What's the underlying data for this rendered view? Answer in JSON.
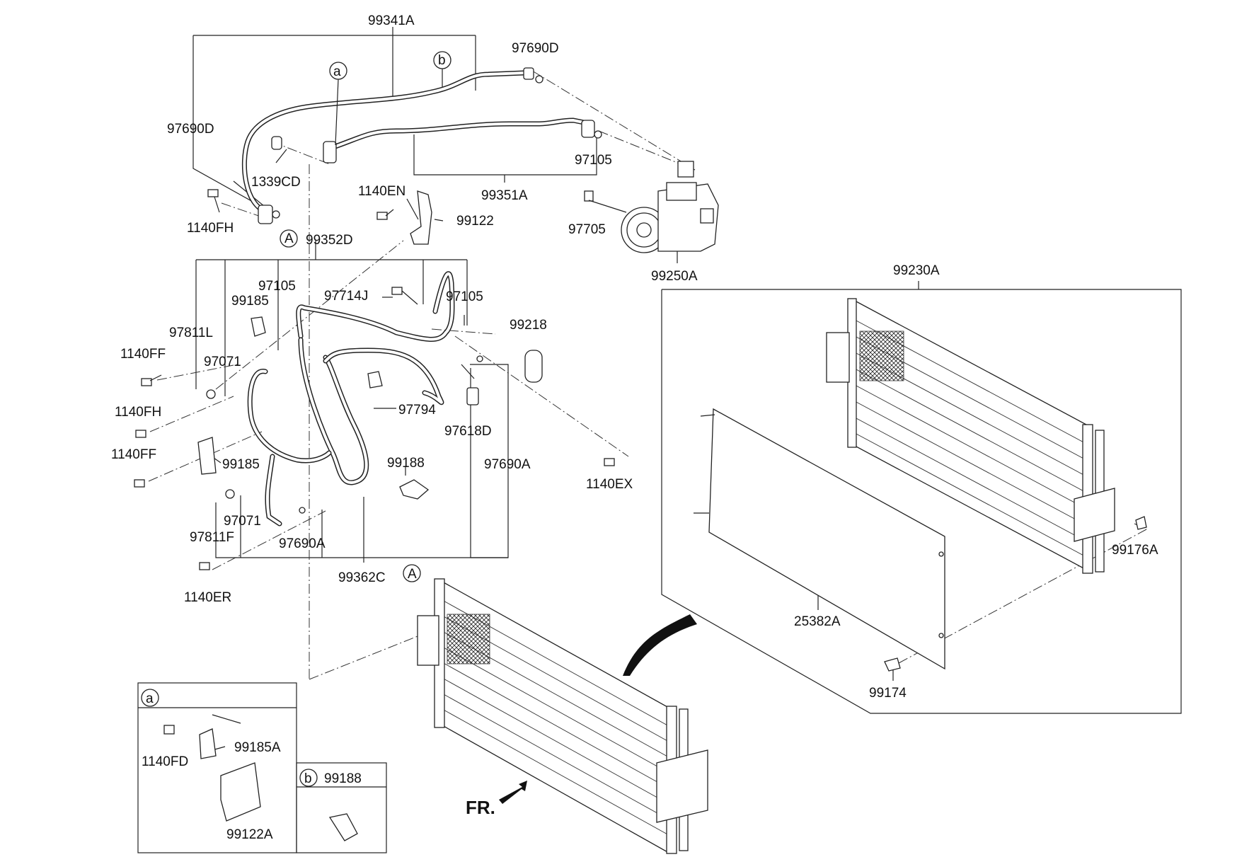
{
  "labels": [
    {
      "id": "99341A",
      "text": "99341A"
    },
    {
      "id": "97690D_top",
      "text": "97690D"
    },
    {
      "id": "97690D_left",
      "text": "97690D"
    },
    {
      "id": "a_call",
      "text": "a"
    },
    {
      "id": "b_call",
      "text": "b"
    },
    {
      "id": "1339CD",
      "text": "1339CD"
    },
    {
      "id": "97105_top",
      "text": "97105"
    },
    {
      "id": "99351A",
      "text": "99351A"
    },
    {
      "id": "1140EN",
      "text": "1140EN"
    },
    {
      "id": "99122",
      "text": "99122"
    },
    {
      "id": "1140FH_top",
      "text": "1140FH"
    },
    {
      "id": "A_call_top",
      "text": "A"
    },
    {
      "id": "99352D",
      "text": "99352D"
    },
    {
      "id": "97705",
      "text": "97705"
    },
    {
      "id": "99250A",
      "text": "99250A"
    },
    {
      "id": "99230A",
      "text": "99230A"
    },
    {
      "id": "97105_mid",
      "text": "97105"
    },
    {
      "id": "97714J",
      "text": "97714J"
    },
    {
      "id": "97105_right",
      "text": "97105"
    },
    {
      "id": "99185_top",
      "text": "99185"
    },
    {
      "id": "97811L",
      "text": "97811L"
    },
    {
      "id": "99218",
      "text": "99218"
    },
    {
      "id": "1140FF_top",
      "text": "1140FF"
    },
    {
      "id": "97071_top",
      "text": "97071"
    },
    {
      "id": "97794",
      "text": "97794"
    },
    {
      "id": "1140FH_mid",
      "text": "1140FH"
    },
    {
      "id": "97618D",
      "text": "97618D"
    },
    {
      "id": "1140FF_bot",
      "text": "1140FF"
    },
    {
      "id": "99185_mid",
      "text": "99185"
    },
    {
      "id": "99188_mid",
      "text": "99188"
    },
    {
      "id": "97690A_right",
      "text": "97690A"
    },
    {
      "id": "1140EX",
      "text": "1140EX"
    },
    {
      "id": "97071_bot",
      "text": "97071"
    },
    {
      "id": "97811F",
      "text": "97811F"
    },
    {
      "id": "97690A_bot",
      "text": "97690A"
    },
    {
      "id": "99176A",
      "text": "99176A"
    },
    {
      "id": "1140ER",
      "text": "1140ER"
    },
    {
      "id": "99362C",
      "text": "99362C"
    },
    {
      "id": "A_call_bot",
      "text": "A"
    },
    {
      "id": "25382A",
      "text": "25382A"
    },
    {
      "id": "99174",
      "text": "99174"
    },
    {
      "id": "a_box",
      "text": "a"
    },
    {
      "id": "99185A",
      "text": "99185A"
    },
    {
      "id": "1140FD",
      "text": "1140FD"
    },
    {
      "id": "99122A",
      "text": "99122A"
    },
    {
      "id": "b_box",
      "text": "b"
    },
    {
      "id": "99188_box",
      "text": "99188"
    }
  ],
  "front_indicator": "FR."
}
